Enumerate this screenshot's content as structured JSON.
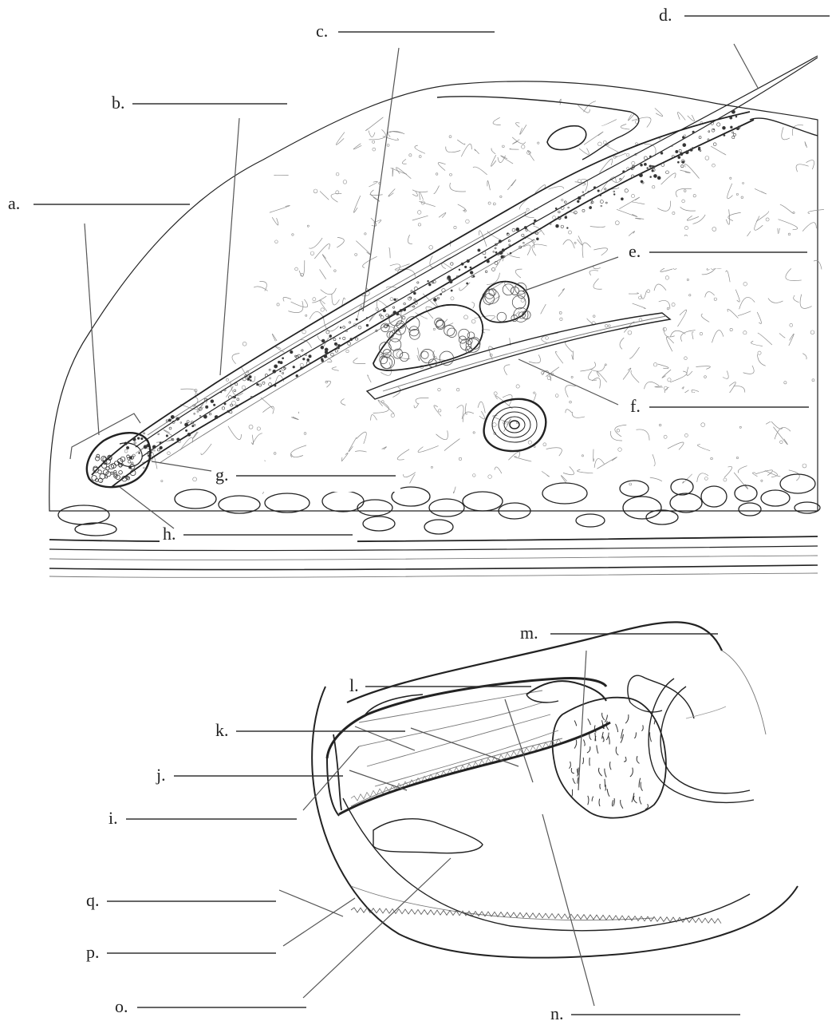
{
  "hair_labels": [
    "a.",
    "b.",
    "c.",
    "d.",
    "e.",
    "f.",
    "g.",
    "h."
  ],
  "nail_labels": [
    "i.",
    "j.",
    "k.",
    "l.",
    "m.",
    "n.",
    "o.",
    "p.",
    "q."
  ],
  "colors": {
    "ink": "#222222",
    "tissue": "#8c8c8c",
    "paper": "#ffffff"
  }
}
